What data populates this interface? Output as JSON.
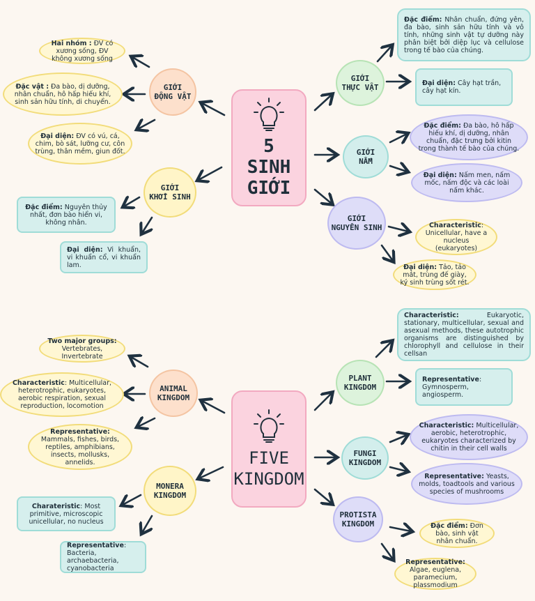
{
  "vi": {
    "center": {
      "line1": "5",
      "line2": "SINH",
      "line3": "GIỚI"
    },
    "animal": {
      "l1": "GIỚI",
      "l2": "ĐỘNG VẬT"
    },
    "monera": {
      "l1": "GIỚI",
      "l2": "KHỞI SINH"
    },
    "plant": {
      "l1": "GIỚI",
      "l2": "THỰC VẬT"
    },
    "fungi": {
      "l1": "GIỚI",
      "l2": "NẤM"
    },
    "protista": {
      "l1": "GIỚI",
      "l2": "NGUYÊN SINH"
    },
    "animal_groups": {
      "label": "Hai nhóm :",
      "text": " ĐV có xương sống, ĐV không xương sống"
    },
    "animal_char": {
      "label": "Đặc vật :",
      "text": " Đa bào, dị dưỡng, nhân chuẩn, hô hấp hiếu khí, sinh sản hữu tính, di chuyển."
    },
    "animal_rep": {
      "label": "Đại diện:",
      "text": " ĐV có vú, cá, chim, bò sát, lưỡng cư, côn trùng, thân mềm, giun đốt."
    },
    "monera_char": {
      "label": "Đặc điểm:",
      "text": " Nguyên thủy nhất, đơn bào hiển vi, không nhân."
    },
    "monera_rep": {
      "label": "Đại diện:",
      "text": " Vi khuẩn, vi khuẩn cổ, vi khuẩn lam."
    },
    "plant_char": {
      "label": "Đặc điểm:",
      "text": " Nhân chuẩn, đứng yên, đa bào, sinh sản hữu tính và vô tính, những sinh vật tự dưỡng này phân biệt bởi diệp lục và cellulose trong tế bào của chúng."
    },
    "plant_rep": {
      "label": "Đại diện:",
      "text": " Cây hạt trần, cây hạt kín."
    },
    "fungi_char": {
      "label": "Đặc điểm:",
      "text": " Đa bào, hô hấp hiếu khí, dị dưỡng, nhân chuẩn, đặc trưng bởi kitin trong thành tế bào của chúng."
    },
    "fungi_rep": {
      "label": "Đại diện:",
      "text": " Nấm men, nấm mốc, nấm độc và các loài nấm khác."
    },
    "protista_char": {
      "label": "Characteristic",
      "text": ": Unicellular, have a nucleus (eukaryotes)"
    },
    "protista_rep": {
      "label": "Đại diện:",
      "text": " Tảo, tảo mắt, trùng đế giày, ký sinh trùng sốt rét."
    }
  },
  "en": {
    "center": {
      "line1": "FIVE",
      "line2": "KINGDOM"
    },
    "animal": {
      "l1": "ANIMAL",
      "l2": "KINGDOM"
    },
    "monera": {
      "l1": "MONERA",
      "l2": "KINGDOM"
    },
    "plant": {
      "l1": "PLANT",
      "l2": "KINGDOM"
    },
    "fungi": {
      "l1": "FUNGI",
      "l2": "KINGDOM"
    },
    "protista": {
      "l1": "PROTISTA",
      "l2": "KINGDOM"
    },
    "animal_groups": {
      "label": "Two major groups:",
      "text": " Vertebrates, Invertebrate"
    },
    "animal_char": {
      "label": "Characteristic",
      "text": ": Multicellular, heterotrophic, eukaryotes, aerobic respiration, sexual reproduction, locomotion"
    },
    "animal_rep": {
      "label": "Representative:",
      "text": " Mammals, fishes, birds, reptiles, amphibians, insects, mollusks, annelids."
    },
    "monera_char": {
      "label": "Charateristic",
      "text": ": Most primitive, microscopic unicellular,   no nucleus"
    },
    "monera_rep": {
      "label": "Representative",
      "text": ": Bacteria,   archaebacteria, cyanobacteria"
    },
    "plant_char": {
      "label": "Characteristic:",
      "text": " Eukaryotic, stationary, multicellular, sexual and asexual methods, these autotrophic organisms are distinguished by chlorophyll and cellulose in their cellsan"
    },
    "plant_rep": {
      "label": "Representative",
      "text": ": Gymnosperm, angiosperm."
    },
    "fungi_char": {
      "label": "Characteristic:",
      "text": " Multicellular, aerobic, heterotrophic, eukaryotes characterized by chitin in their cell walls"
    },
    "fungi_rep": {
      "label": "Representative:",
      "text": " Yeasts, molds, toadtools and various species of mushrooms"
    },
    "protista_char": {
      "label": "Đặc điểm:",
      "text": " Đơn bào, sinh vật nhân chuẩn."
    },
    "protista_rep": {
      "label": "Representative:",
      "text": " Algae, euglena, paramecium, plassmodium"
    }
  },
  "colors": {
    "pink": "#fbd3df",
    "orange": "#fde0cc",
    "yellow": "#fff5c8",
    "green": "#ddf3dc",
    "teal": "#d3eeec",
    "lavender": "#deddf8",
    "arrow": "#1f3140",
    "background": "#fcf7f1"
  },
  "icons": {
    "center": "lightbulb-icon"
  }
}
